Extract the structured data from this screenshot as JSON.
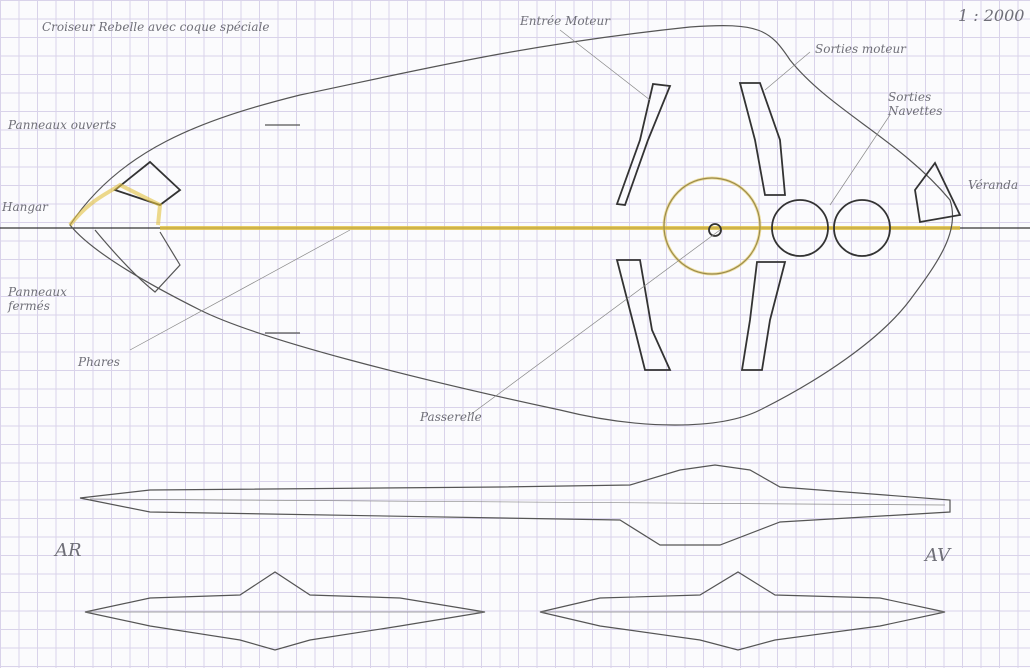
{
  "title": "Croiseur Rebelle avec coque spéciale",
  "scale": "1 : 2000",
  "labels": {
    "panneaux_ouverts": "Panneaux ouverts",
    "hangar": "Hangar",
    "panneaux_fermes": "Panneaux fermés",
    "phares": "Phares",
    "passerelle": "Passerelle",
    "entree_moteur": "Entrée Moteur",
    "sorties_moteur": "Sorties moteur",
    "sorties_navettes": "Sorties Navettes",
    "veranda": "Véranda",
    "ar": "AR",
    "av": "AV"
  },
  "colors": {
    "highlight": "#e8c84a",
    "pencil": "#555555",
    "grid": "#d9d3ea"
  }
}
